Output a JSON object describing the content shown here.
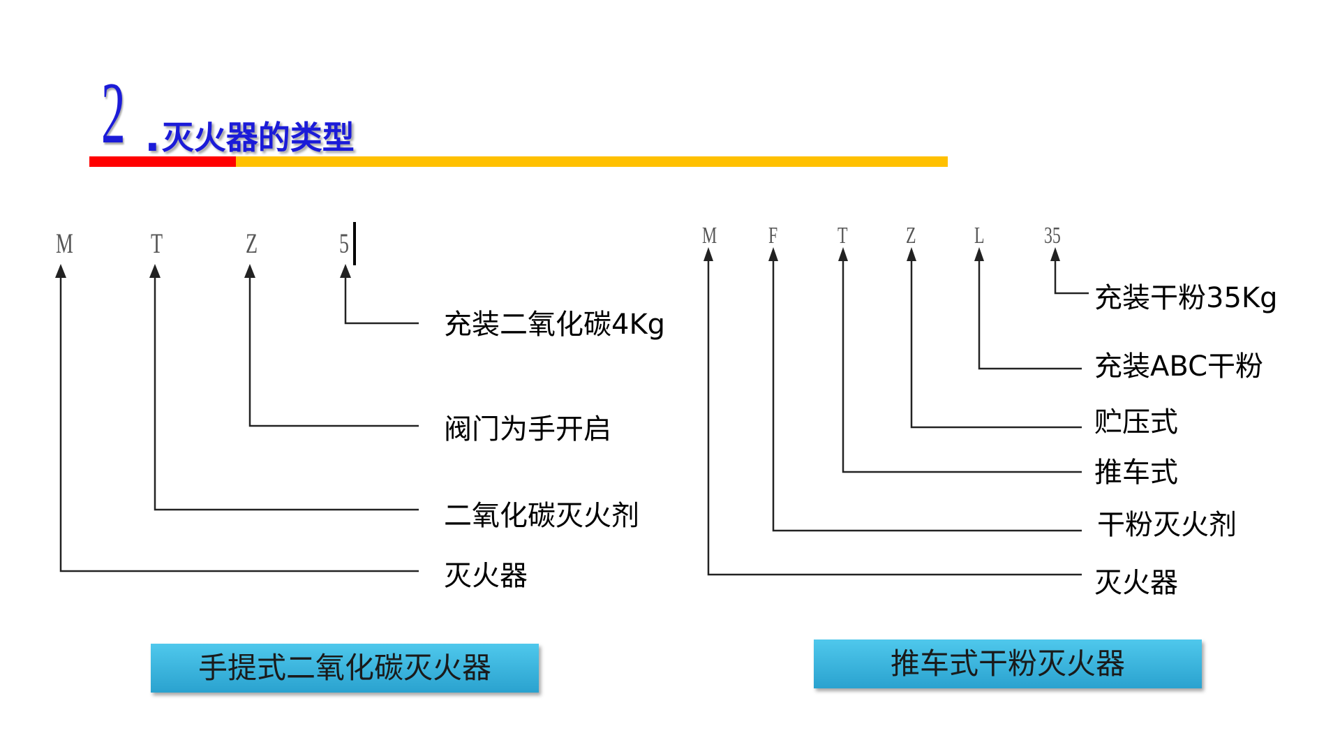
{
  "title": {
    "number": "2",
    "dot": ".",
    "text": "灭火器的类型"
  },
  "colors": {
    "title": "#1b1bd8",
    "bar_red": "#ff0000",
    "bar_yellow": "#ffc000",
    "caption_bg": "#39b4e0"
  },
  "left_diagram": {
    "letters": [
      "M",
      "T",
      "Z",
      "5"
    ],
    "descriptions": [
      "充装二氧化碳4Kg",
      "阀门为手开启",
      "二氧化碳灭火剂",
      "灭火器"
    ],
    "caption": "手提式二氧化碳灭火器"
  },
  "right_diagram": {
    "letters": [
      "M",
      "F",
      "T",
      "Z",
      "L",
      "35"
    ],
    "descriptions": [
      "充装干粉35Kg",
      "充装ABC干粉",
      "贮压式",
      "推车式",
      "干粉灭火剂",
      "灭火器"
    ],
    "caption": "推车式干粉灭火器"
  }
}
